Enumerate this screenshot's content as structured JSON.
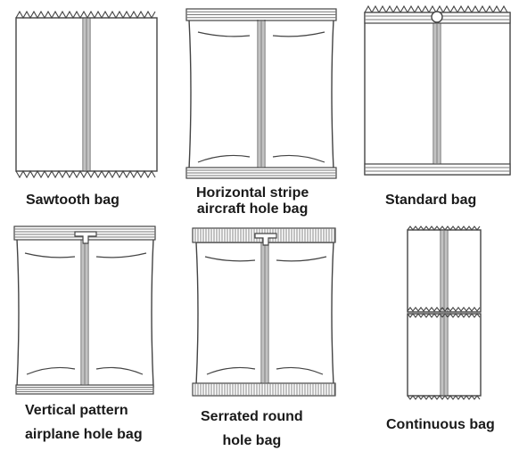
{
  "bags": [
    {
      "id": "sawtooth",
      "lines": [
        "Sawtooth bag"
      ]
    },
    {
      "id": "horizontal-stripe",
      "lines": [
        "Horizontal stripe",
        "aircraft hole bag"
      ]
    },
    {
      "id": "standard",
      "lines": [
        "Standard bag"
      ]
    },
    {
      "id": "vertical-pattern",
      "lines": [
        "Vertical pattern",
        "airplane hole bag"
      ]
    },
    {
      "id": "serrated-round",
      "lines": [
        "Serrated round",
        "hole bag"
      ]
    },
    {
      "id": "continuous",
      "lines": [
        "Continuous bag"
      ]
    }
  ],
  "colors": {
    "stroke": "#444444",
    "seal": "#777777",
    "background": "#ffffff"
  }
}
